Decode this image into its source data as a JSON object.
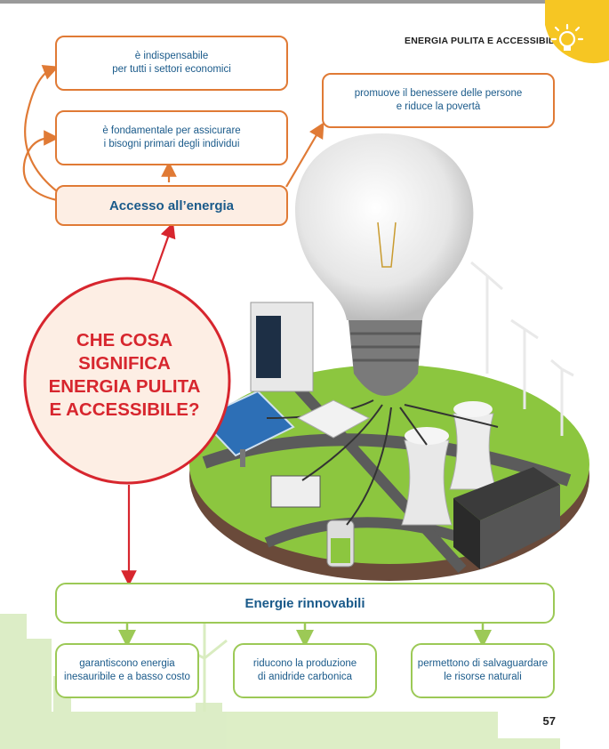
{
  "header": {
    "title": "ENERGIA PULITA E ACCESSIBILE",
    "icon": "lightbulb-sun-icon"
  },
  "center_question": "CHE COSA\nSIGNIFICA\nENERGIA PULITA\nE ACCESSIBILE?",
  "access": {
    "title": "Accesso all’energia",
    "boxes": [
      "è indispensabile\nper tutti i settori economici",
      "è fondamentale per assicurare\ni bisogni primari degli individui",
      "promuove il benessere delle persone\ne riduce la povertà"
    ]
  },
  "renewables": {
    "title": "Energie rinnovabili",
    "boxes": [
      "garantiscono energia\ninesauribile e a basso costo",
      "riducono la produzione\ndi anidride carbonica",
      "permettono di salvaguardare\nle risorse naturali"
    ]
  },
  "page_number": "57",
  "colors": {
    "orange": "#e07a35",
    "red": "#d7262e",
    "green": "#9cc956",
    "text_blue": "#1a5a8a",
    "sun_yellow": "#f6c623"
  }
}
